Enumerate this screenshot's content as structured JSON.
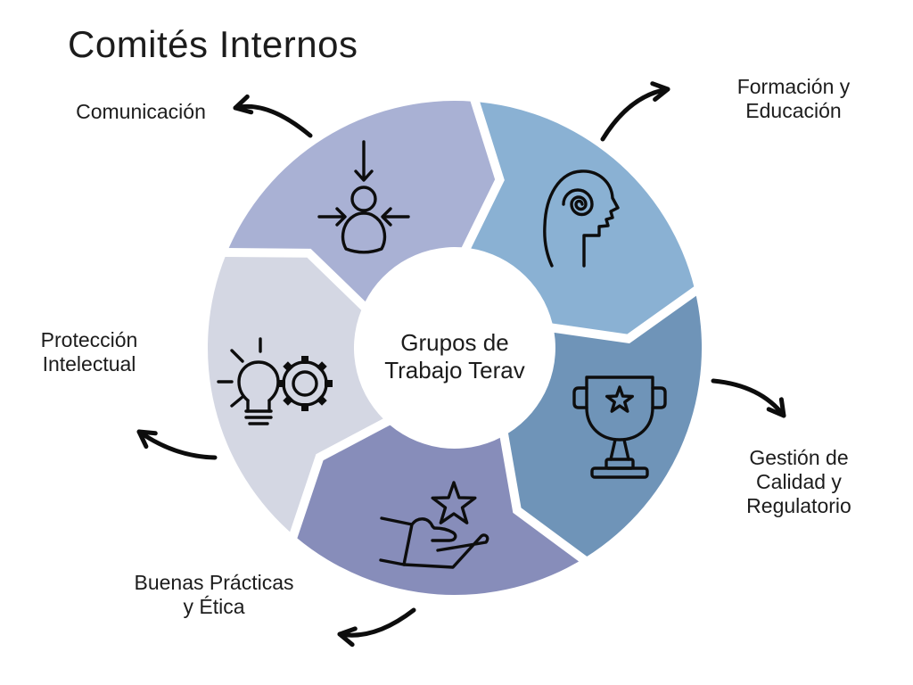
{
  "title": "Comités Internos",
  "center_label": "Grupos de\nTrabajo Terav",
  "colors": {
    "background": "#ffffff",
    "line": "#0d0d0d",
    "text": "#1c1c1c"
  },
  "segments": [
    {
      "name": "comunicacion",
      "label": "Comunicación",
      "color": "#a9b1d4",
      "icon": "person-converging-arrows-icon",
      "position": "top-left"
    },
    {
      "name": "formacion",
      "label": "Formación y\nEducación",
      "color": "#8ab1d3",
      "icon": "head-spiral-icon",
      "position": "top-right"
    },
    {
      "name": "gestion",
      "label": "Gestión de\nCalidad y\nRegulatorio",
      "color": "#6f94b8",
      "icon": "trophy-star-icon",
      "position": "right"
    },
    {
      "name": "buenas",
      "label": "Buenas Prácticas\ny Ética",
      "color": "#878dba",
      "icon": "hand-star-icon",
      "position": "bottom"
    },
    {
      "name": "proteccion",
      "label": "Protección\nIntelectual",
      "color": "#d4d7e3",
      "icon": "bulb-gear-icon",
      "position": "left"
    }
  ]
}
